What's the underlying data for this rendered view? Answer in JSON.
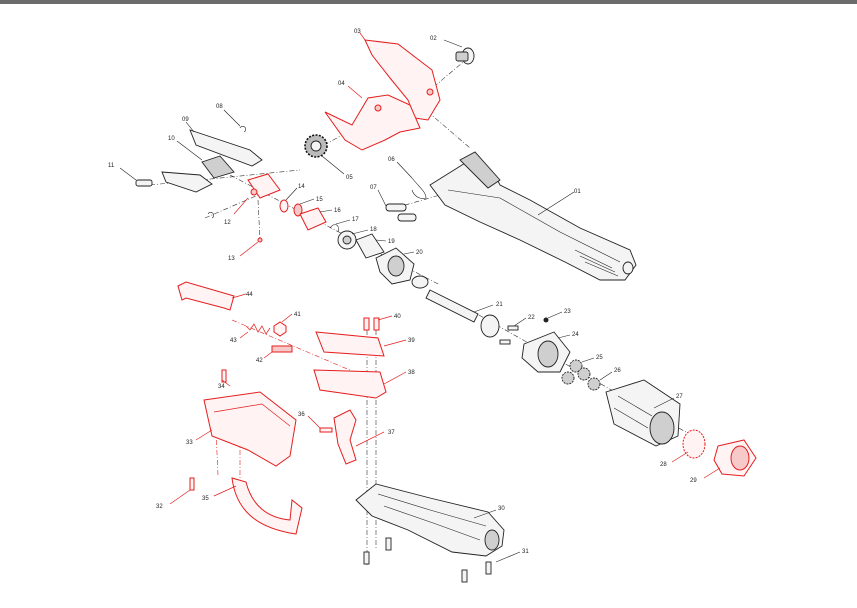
{
  "colors": {
    "highlight": "#e41e1e",
    "outline": "#222222",
    "frame": "#6b6b6b"
  },
  "labels": {
    "p01": "01",
    "p02": "02",
    "p03": "03",
    "p04": "04",
    "p05": "05",
    "p06": "06",
    "p07": "07",
    "p08": "08",
    "p09": "09",
    "p10": "10",
    "p11": "11",
    "p12": "12",
    "p13": "13",
    "p14": "14",
    "p15": "15",
    "p16": "16",
    "p17": "17",
    "p18": "18",
    "p19": "19",
    "p20": "20",
    "p21": "21",
    "p22": "22",
    "p23": "23",
    "p24": "24",
    "p25": "25",
    "p26": "26",
    "p27": "27",
    "p28": "28",
    "p29": "29",
    "p30": "30",
    "p31": "31",
    "p32": "32",
    "p33": "33",
    "p34": "34",
    "p35": "35",
    "p36": "36",
    "p37": "37",
    "p38": "38",
    "p39": "39",
    "p40": "40",
    "p41": "41",
    "p42": "42",
    "p43": "43",
    "p44": "44"
  }
}
